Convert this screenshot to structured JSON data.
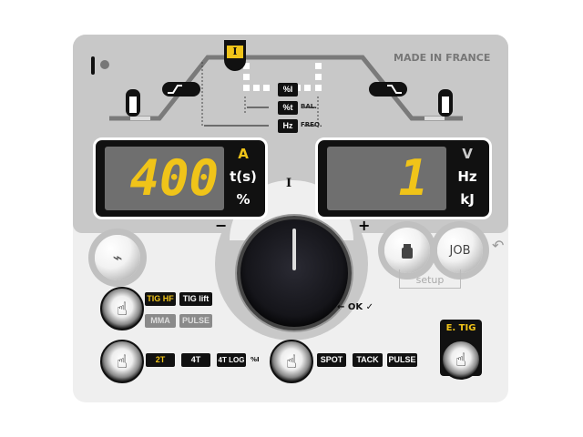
{
  "header": {
    "made_in": "MADE IN FRANCE"
  },
  "waveform": {
    "current_marker": "I",
    "pct_i": "%I",
    "pct_t": "%t",
    "bal": "BAL.",
    "hz": "Hz",
    "freq": "FREQ."
  },
  "left_display": {
    "value": "400",
    "units": [
      "A",
      "t(s)",
      "%"
    ],
    "active_unit": "A"
  },
  "right_display": {
    "value": "1",
    "units": [
      "V",
      "Hz",
      "kJ"
    ]
  },
  "knob": {
    "label": "I",
    "minus": "−",
    "plus": "+",
    "ok": "← OK ✓"
  },
  "buttons": {
    "job": "JOB",
    "setup": "setup",
    "back_icon": "↶"
  },
  "process_modes": [
    {
      "label": "TIG HF",
      "active": true
    },
    {
      "label": "TIG lift",
      "active": false
    },
    {
      "label": "MMA",
      "active": false,
      "disabled": true
    },
    {
      "label": "PULSE",
      "active": false,
      "disabled": true
    }
  ],
  "trigger_modes": [
    {
      "label": "2T",
      "active": true
    },
    {
      "label": "4T"
    },
    {
      "label": "4T LOG"
    }
  ],
  "trigger_extra": "%I",
  "weld_modes": [
    {
      "label": "SPOT"
    },
    {
      "label": "TACK"
    },
    {
      "label": "PULSE"
    }
  ],
  "etig": {
    "label": "E. TIG"
  },
  "colors": {
    "accent": "#f0c419",
    "panel": "#c8c8c8",
    "lcd": "#6f6f6f"
  }
}
